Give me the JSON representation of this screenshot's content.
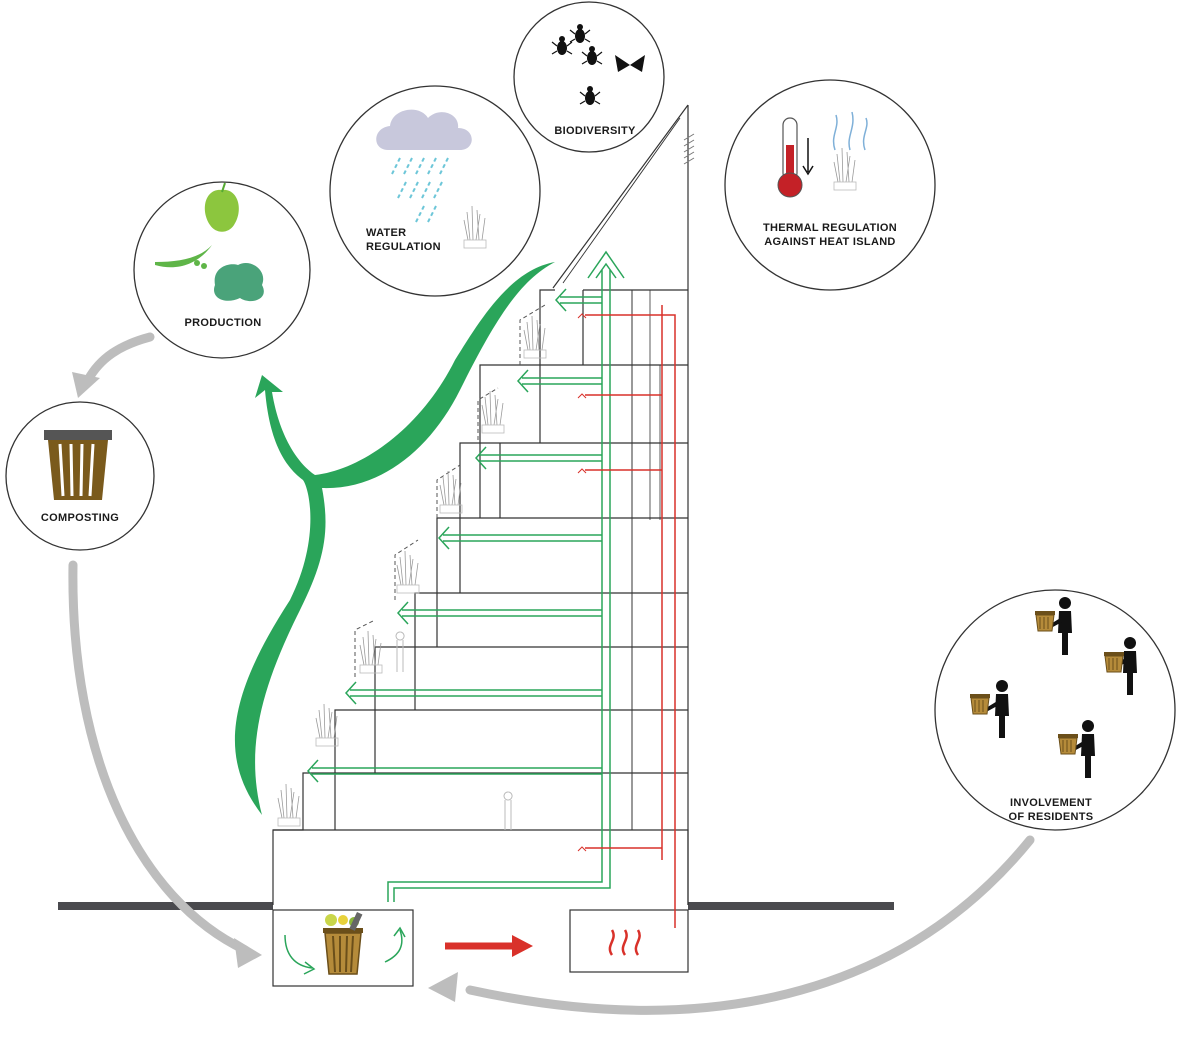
{
  "labels": {
    "biodiversity": "BIODIVERSITY",
    "water_line1": "WATER",
    "water_line2": "REGULATION",
    "thermal_line1": "THERMAL REGULATION",
    "thermal_line2": "AGAINST HEAT ISLAND",
    "production": "PRODUCTION",
    "composting": "COMPOSTING",
    "residents_line1": "INVOLVEMENT",
    "residents_line2": "OF RESIDENTS"
  },
  "colors": {
    "green_flow": "#2aa55a",
    "green_dark": "#1e9a4f",
    "heat_red": "#d9312a",
    "grey_arrow": "#bdbdbd",
    "compost_brown": "#7a5a1c",
    "ground": "#4a4a4e",
    "outline": "#333333"
  },
  "icons": [
    "apple-icon",
    "pea-pod-icon",
    "lettuce-icon",
    "rain-cloud-icon",
    "insect-icon",
    "moth-icon",
    "thermometer-icon",
    "compost-bin-icon",
    "resident-figure-icon",
    "heater-icon"
  ]
}
